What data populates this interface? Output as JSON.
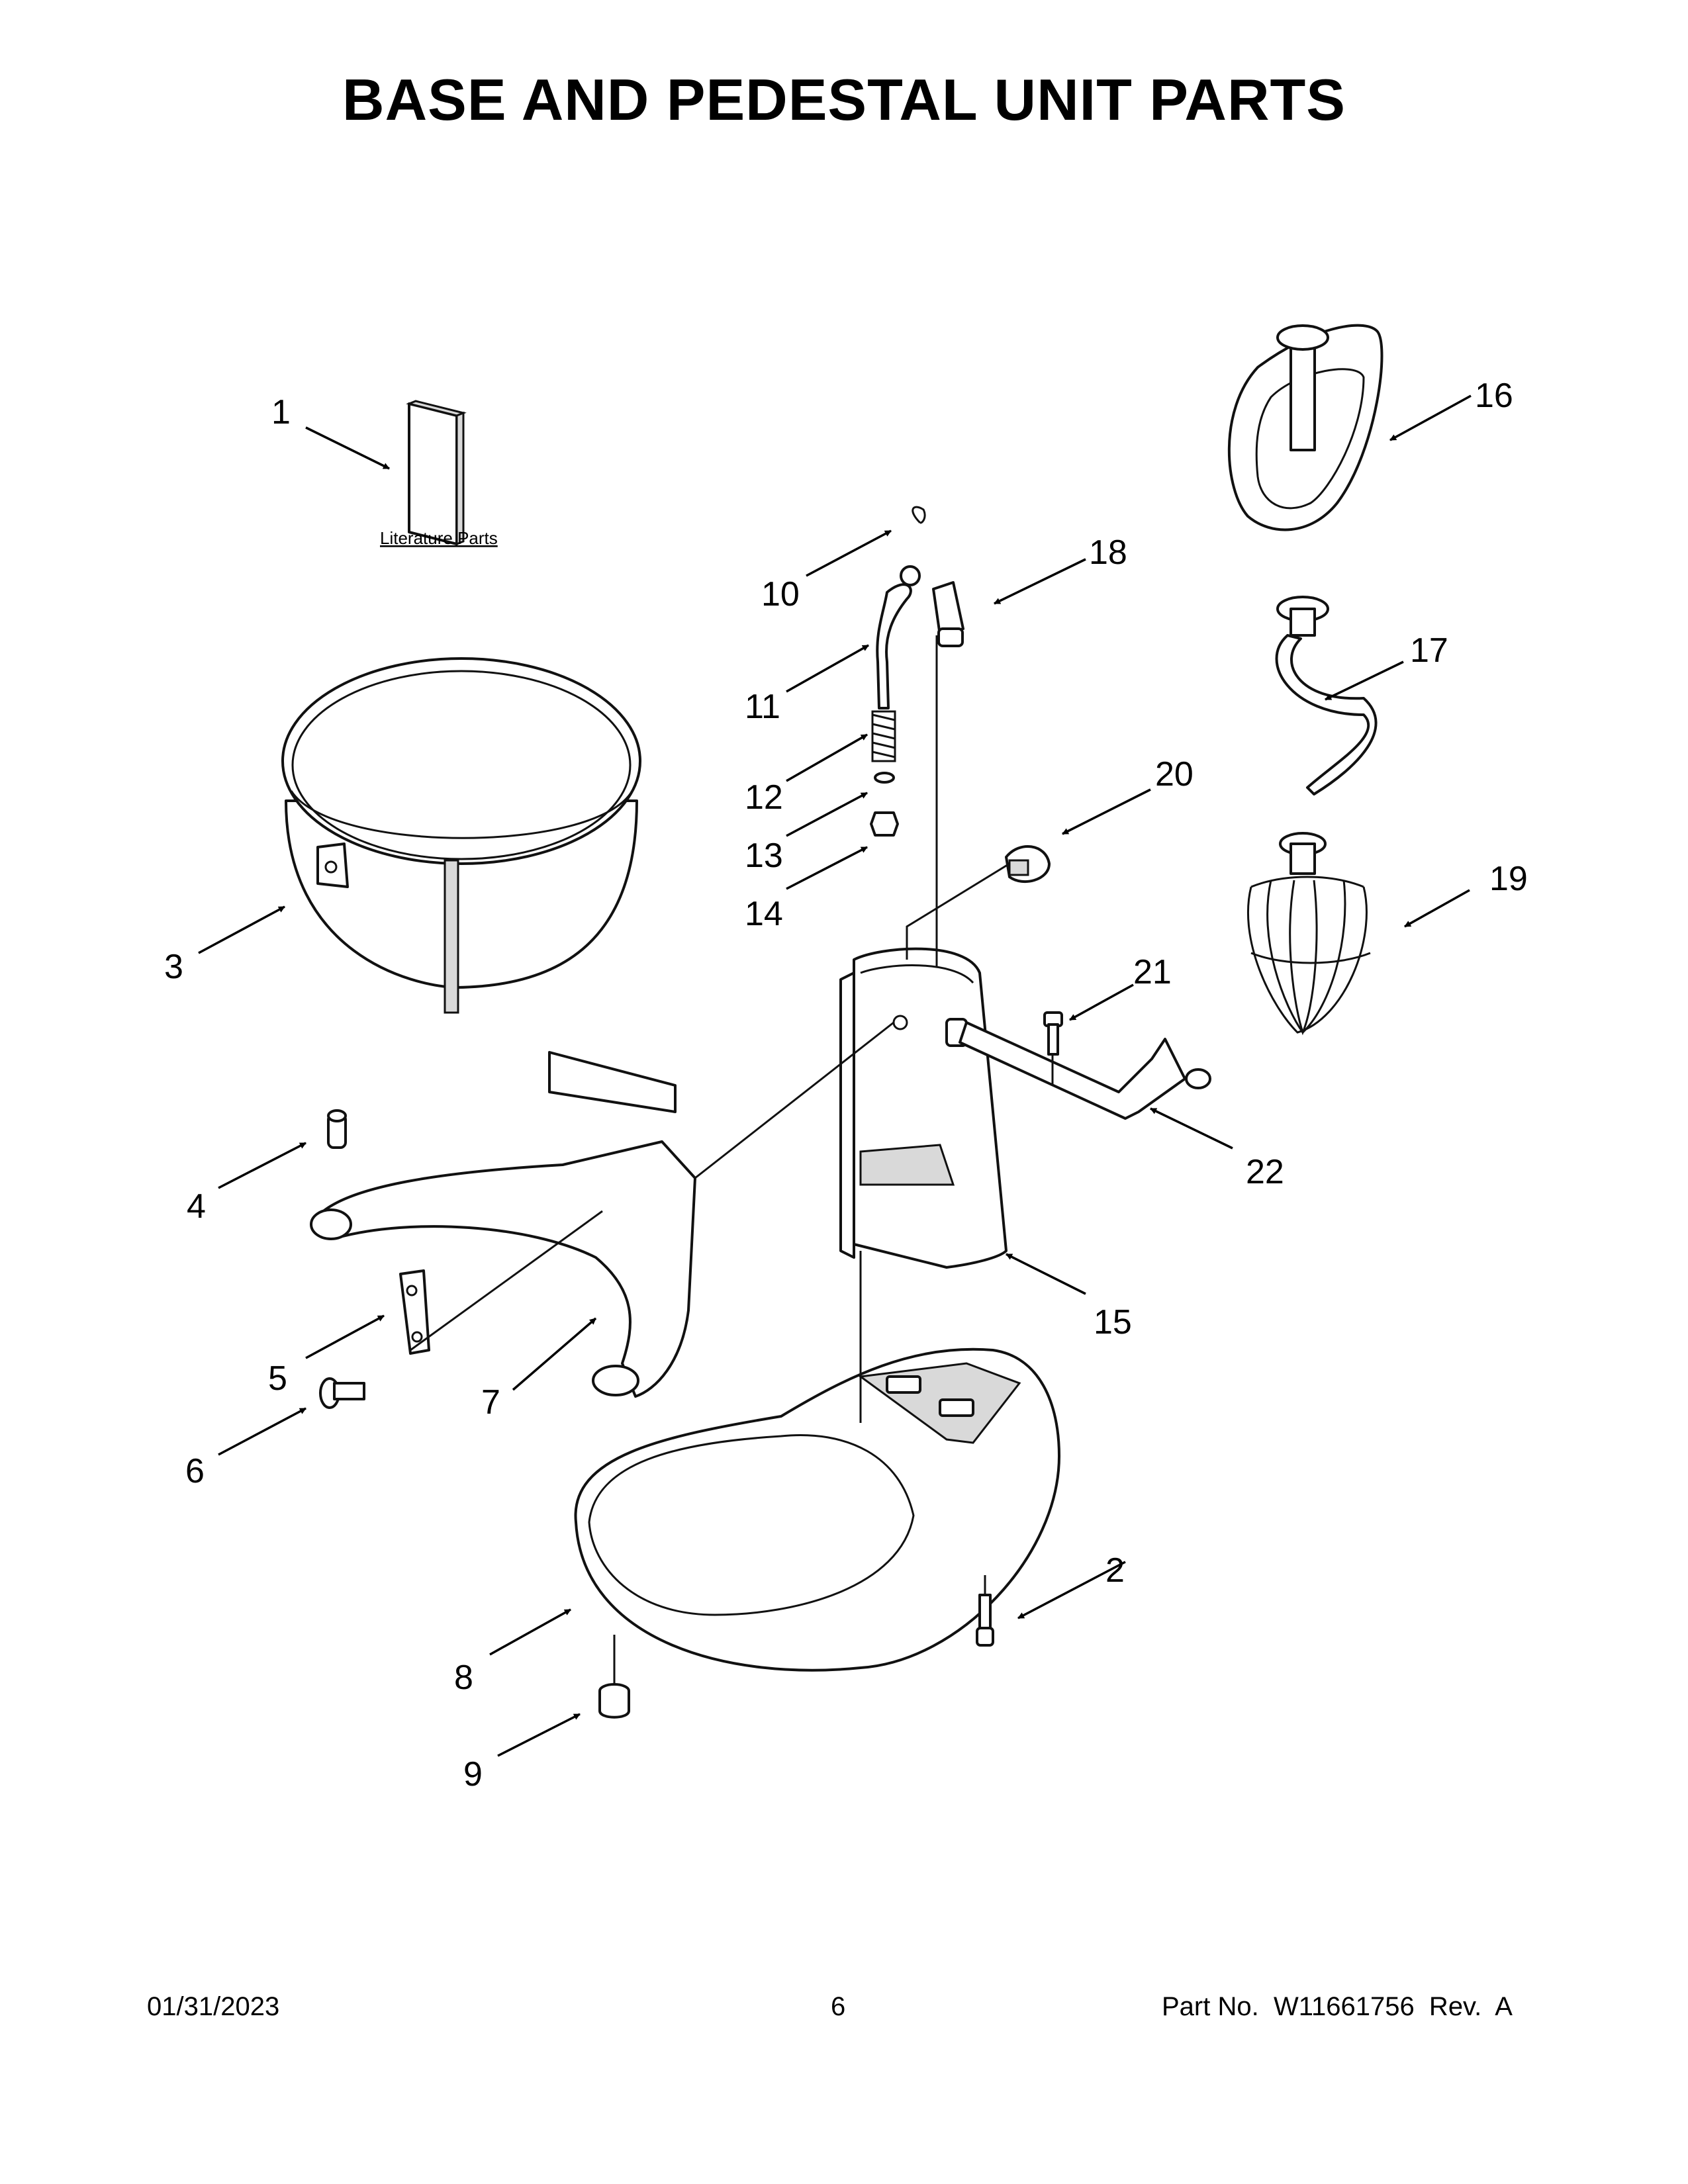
{
  "title": "BASE AND PEDESTAL UNIT PARTS",
  "literature_label": "Literature Parts",
  "callouts": [
    "1",
    "2",
    "3",
    "4",
    "5",
    "6",
    "7",
    "8",
    "9",
    "10",
    "11",
    "12",
    "13",
    "14",
    "15",
    "16",
    "17",
    "18",
    "19",
    "20",
    "21",
    "22"
  ],
  "footer": {
    "date": "01/31/2023",
    "page": "6",
    "part_no": "Part No.  W11661756  Rev.  A"
  }
}
